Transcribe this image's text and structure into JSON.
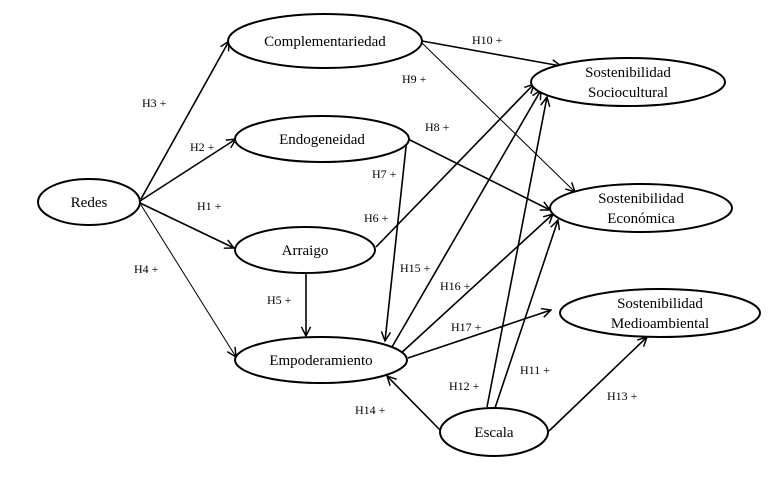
{
  "diagram": {
    "nodes": [
      {
        "id": "redes",
        "lines": [
          "Redes"
        ]
      },
      {
        "id": "complementariedad",
        "lines": [
          "Complementariedad"
        ]
      },
      {
        "id": "endogeneidad",
        "lines": [
          "Endogeneidad"
        ]
      },
      {
        "id": "arraigo",
        "lines": [
          "Arraigo"
        ]
      },
      {
        "id": "empoderamiento",
        "lines": [
          "Empoderamiento"
        ]
      },
      {
        "id": "escala",
        "lines": [
          "Escala"
        ]
      },
      {
        "id": "sociocultural",
        "lines": [
          "Sostenibilidad",
          "Sociocultural"
        ]
      },
      {
        "id": "economica",
        "lines": [
          "Sostenibilidad",
          "Económica"
        ]
      },
      {
        "id": "medioambiental",
        "lines": [
          "Sostenibilidad",
          "Medioambiental"
        ]
      }
    ],
    "edges": [
      {
        "from": "redes",
        "to": "arraigo",
        "label": "H1 +"
      },
      {
        "from": "redes",
        "to": "endogeneidad",
        "label": "H2 +"
      },
      {
        "from": "redes",
        "to": "complementariedad",
        "label": "H3 +"
      },
      {
        "from": "redes",
        "to": "empoderamiento",
        "label": "H4 +"
      },
      {
        "from": "arraigo",
        "to": "empoderamiento",
        "label": "H5 +"
      },
      {
        "from": "arraigo",
        "to": "sociocultural",
        "label": "H6 +"
      },
      {
        "from": "endogeneidad",
        "to": "empoderamiento",
        "label": "H7 +"
      },
      {
        "from": "endogeneidad",
        "to": "economica",
        "label": "H8 +"
      },
      {
        "from": "complementariedad",
        "to": "economica",
        "label": "H9 +"
      },
      {
        "from": "complementariedad",
        "to": "sociocultural",
        "label": "H10 +"
      },
      {
        "from": "escala",
        "to": "economica",
        "label": "H11 +"
      },
      {
        "from": "escala",
        "to": "sociocultural",
        "label": "H12 +"
      },
      {
        "from": "escala",
        "to": "medioambiental",
        "label": "H13 +"
      },
      {
        "from": "escala",
        "to": "empoderamiento",
        "label": "H14 +"
      },
      {
        "from": "empoderamiento",
        "to": "sociocultural",
        "label": "H15 +"
      },
      {
        "from": "empoderamiento",
        "to": "economica",
        "label": "H16 +"
      },
      {
        "from": "empoderamiento",
        "to": "medioambiental",
        "label": "H17 +"
      }
    ]
  }
}
